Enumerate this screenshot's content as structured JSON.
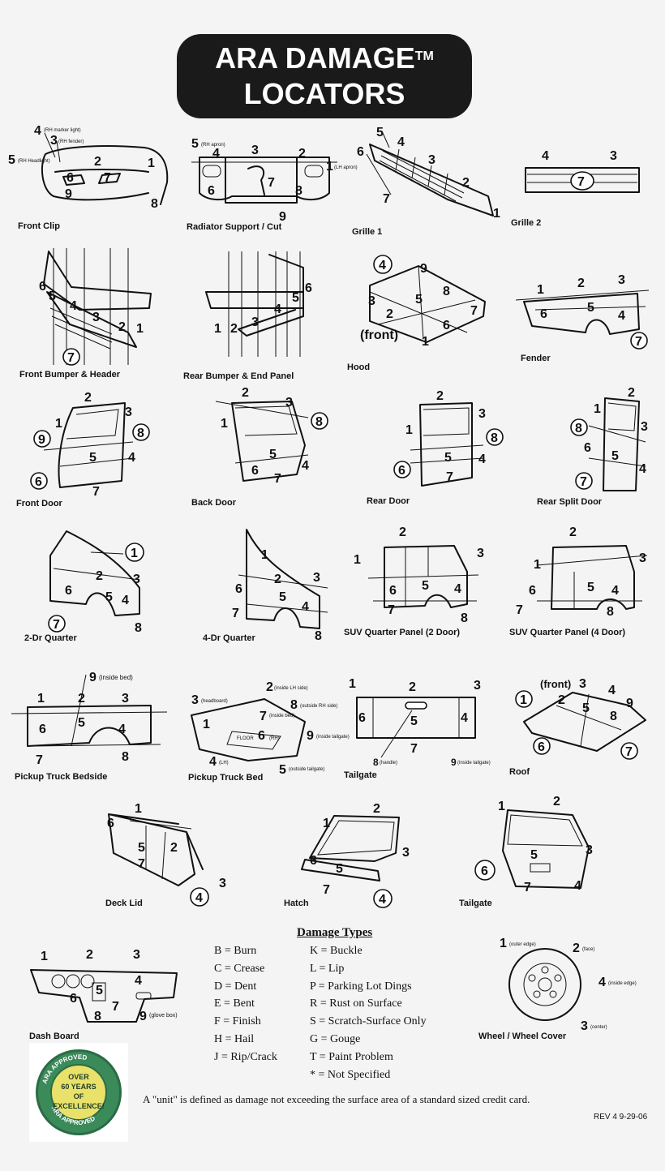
{
  "title": {
    "line1": "ARA DAMAGE",
    "tm": "TM",
    "line2": "LOCATORS"
  },
  "captions": {
    "front_clip": "Front Clip",
    "radiator_support": "Radiator Support / Cut",
    "grille1": "Grille 1",
    "grille2": "Grille 2",
    "front_bumper": "Front Bumper & Header",
    "rear_bumper": "Rear Bumper & End Panel",
    "hood": "Hood",
    "fender": "Fender",
    "front_door": "Front Door",
    "back_door": "Back Door",
    "rear_door": "Rear Door",
    "rear_split_door": "Rear Split Door",
    "quarter_2dr": "2-Dr Quarter",
    "quarter_4dr": "4-Dr Quarter",
    "suv_quarter_2": "SUV Quarter Panel (2 Door)",
    "suv_quarter_4": "SUV Quarter Panel (4 Door)",
    "truck_bedside": "Pickup Truck Bedside",
    "truck_bed": "Pickup Truck Bed",
    "tailgate_truck": "Tailgate",
    "roof": "Roof",
    "deck_lid": "Deck Lid",
    "hatch": "Hatch",
    "tailgate_suv": "Tailgate",
    "dash_board": "Dash Board",
    "wheel": "Wheel / Wheel Cover"
  },
  "labels": {
    "rh_marker_light": "(RH marker light)",
    "rh_fender": "(RH fender)",
    "rh_headlight": "(RH Headlight)",
    "rh_apron": "(RH apron)",
    "lh_apron": "(LH apron)",
    "front": "(front)",
    "inside_bed": "(inside bed)",
    "inside_bed_short": "(inside bed)",
    "headboard": "(headboard)",
    "inside_lh_side": "(inside LH side)",
    "outside_rh_side": "(outside RH side)",
    "inside_tailgate": "(inside tailgate)",
    "outside_tailgate": "(outside tailgate)",
    "rh": "(RH)",
    "lh": "(LH)",
    "floor": "FLOOR",
    "handle": "(handle)",
    "glove_box": "(glove box)",
    "outer_edge": "(outer edge)",
    "face": "(face)",
    "inside_edge": "(inside edge)",
    "center": "(center)"
  },
  "damage_types": {
    "title": "Damage Types",
    "left": [
      "B = Burn",
      "C = Crease",
      "D = Dent",
      "E = Bent",
      "F = Finish",
      "H = Hail",
      "J = Rip/Crack"
    ],
    "right": [
      "K = Buckle",
      "L = Lip",
      "P = Parking Lot Dings",
      "R = Rust on Surface",
      "S = Scratch-Surface Only",
      "G = Gouge",
      "T = Paint Problem",
      "* = Not Specified"
    ]
  },
  "badge": {
    "top": "ARA APPROVED",
    "bottom": "ARA APPROVED",
    "line1": "OVER",
    "line2": "60 YEARS",
    "line3": "OF",
    "line4": "EXCELLENCE!"
  },
  "unit_note": "A \"unit\" is defined as damage not exceeding the surface area of a standard sized credit card.",
  "revision": "REV 4 9-29-06",
  "colors": {
    "banner": "#1a1a1a",
    "badge_green": "#3b8a5a",
    "badge_yellow": "#e9e16a"
  }
}
